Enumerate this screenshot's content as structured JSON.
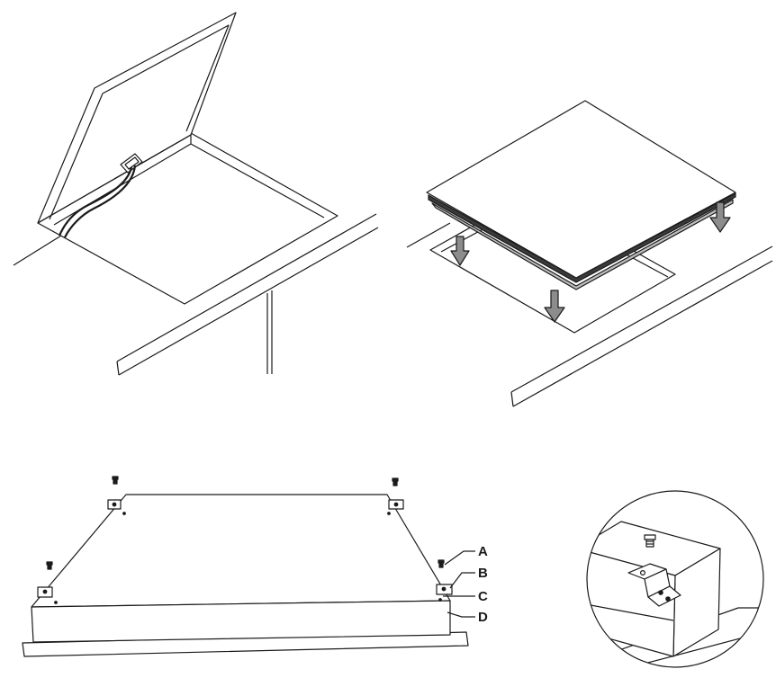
{
  "callouts": {
    "a": "A",
    "b": "B",
    "c": "C",
    "d": "D"
  },
  "colors": {
    "line": "#1a1a1a",
    "arrow_fill": "#8c8c8c",
    "panel_fill": "#ffffff",
    "shade": "#cfcfcf"
  }
}
